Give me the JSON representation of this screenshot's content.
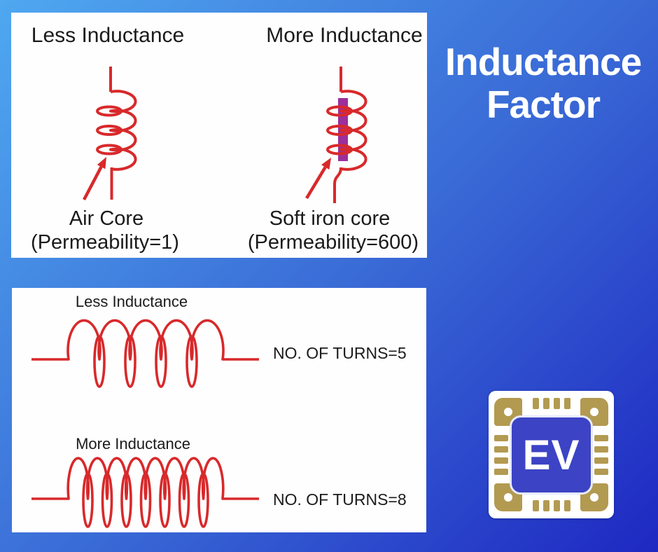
{
  "title": {
    "line1": "Inductance",
    "line2": "Factor"
  },
  "panels": {
    "core": {
      "left_heading": "Less Inductance",
      "right_heading": "More Inductance",
      "left_caption": {
        "line1": "Air Core",
        "line2": "(Permeability=1)"
      },
      "right_caption": {
        "line1": "Soft iron core",
        "line2": "(Permeability=600)"
      },
      "left_core_type": "air-core",
      "right_core_type": "soft-iron-core"
    },
    "turns": {
      "top": {
        "label": "Less Inductance",
        "annotation": "NO. OF TURNS=5",
        "turns": 5
      },
      "bottom": {
        "label": "More Inductance",
        "annotation": "NO. OF TURNS=8",
        "turns": 8
      }
    }
  },
  "logo": {
    "text": "EV",
    "icon": "microchip-icon"
  },
  "colors": {
    "bg-top": "#4FA8F0",
    "bg-mid": "#3A6BD6",
    "bg-bottom": "#1E28C2",
    "wire-red": "#D8292B",
    "core-purple": "#9C2F9C",
    "ink": "#1B1B1B",
    "chip-gold": "#B39A51",
    "chip-blue": "#3C43C5",
    "panel-white": "#FEFEFE",
    "title-white": "#FFFFFF"
  }
}
